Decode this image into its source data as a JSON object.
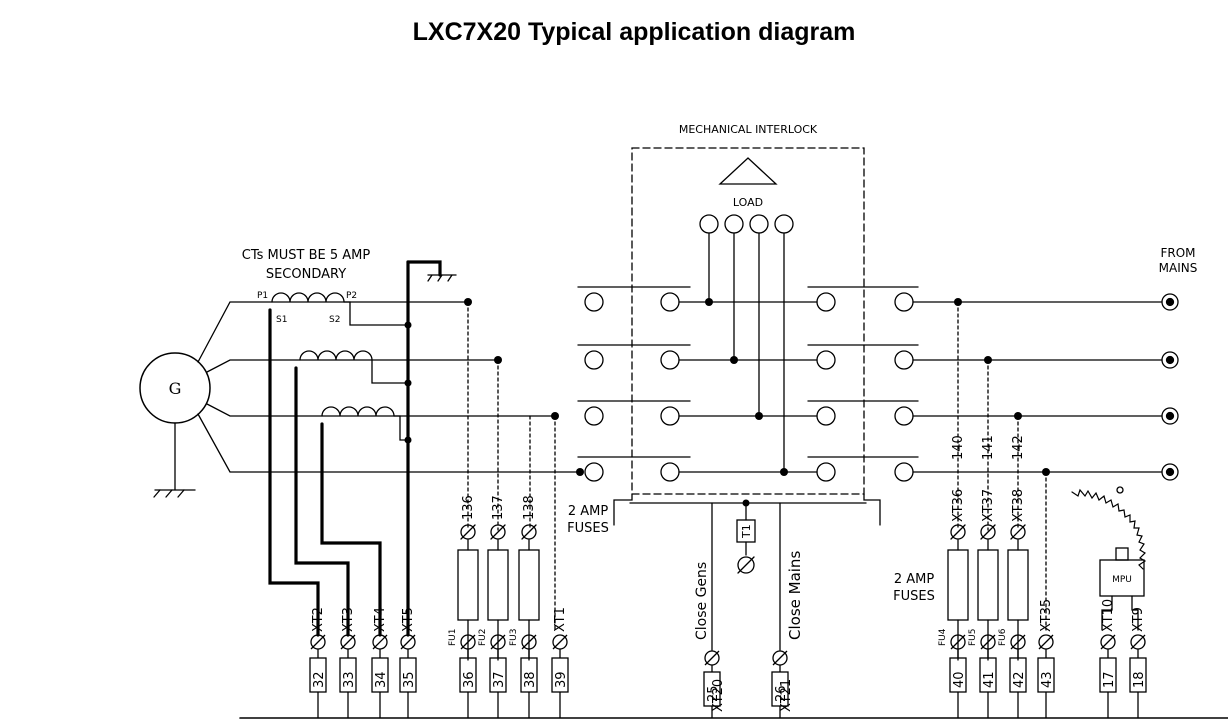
{
  "title": "LXC7X20 Typical application diagram",
  "labels": {
    "mechanical_interlock": "MECHANICAL INTERLOCK",
    "load": "LOAD",
    "ct_line1": "CTs MUST BE 5 AMP",
    "ct_line2": "SECONDARY",
    "p1": "P1",
    "p2": "P2",
    "s1": "S1",
    "s2": "S2",
    "generator": "G",
    "from_mains_1": "FROM",
    "from_mains_2": "MAINS",
    "fuses_left_1": "2 AMP",
    "fuses_left_2": "FUSES",
    "fuses_right_1": "2 AMP",
    "fuses_right_2": "FUSES",
    "close_gens": "Close Gens",
    "close_mains": "Close Mains",
    "mpu": "MPU",
    "t1": "T1"
  },
  "fuses": [
    "FU1",
    "FU2",
    "FU3",
    "FU4",
    "FU5",
    "FU6"
  ],
  "wire_numbers": [
    "136",
    "137",
    "138",
    "140",
    "141",
    "142"
  ],
  "terminals": {
    "xt_labels": [
      "XT2",
      "XT3",
      "XT4",
      "XT5",
      "XT1",
      "XT20",
      "XT21",
      "XT36",
      "XT37",
      "XT38",
      "XT35",
      "XT10",
      "XT9"
    ],
    "pin_numbers": [
      "32",
      "33",
      "34",
      "35",
      "36",
      "37",
      "38",
      "39",
      "25",
      "26",
      "40",
      "41",
      "42",
      "43",
      "17",
      "18"
    ]
  }
}
